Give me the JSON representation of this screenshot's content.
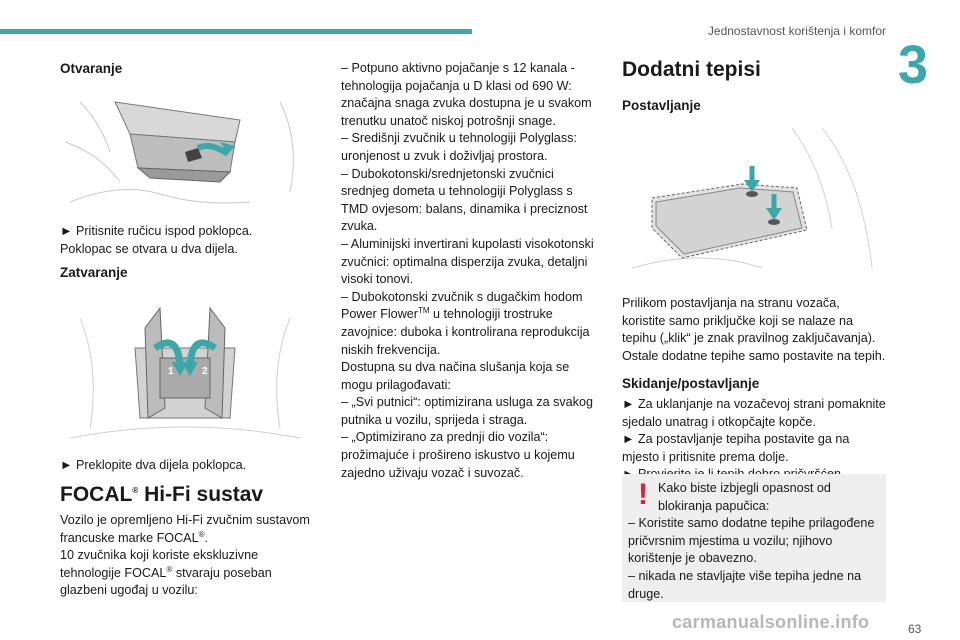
{
  "header": {
    "title": "Jednostavnost korištenja i komfor",
    "chapter": "3",
    "page": "63"
  },
  "watermark": "carmanualsonline.info",
  "left": {
    "h_open": "Otvaranje",
    "open_p1": "► Pritisnite ručicu ispod poklopca.",
    "open_p2": "Poklopac se otvara u dva dijela.",
    "h_close": "Zatvaranje",
    "close_p1": "► Preklopite dva dijela poklopca.",
    "fig2_label1": "1",
    "fig2_label2": "2",
    "h_focal_pre": "FOCAL",
    "h_focal_reg": "®",
    "h_focal_post": " Hi-Fi sustav",
    "focal_p1_pre": "Vozilo je opremljeno Hi-Fi zvučnim sustavom francuske marke FOCAL",
    "focal_p1_reg": "®",
    "focal_p1_post": ".",
    "focal_p2_pre": "10 zvučnika koji koriste ekskluzivne tehnologije FOCAL",
    "focal_p2_reg": "®",
    "focal_p2_post": " stvaraju poseban glazbeni ugođaj u vozilu:"
  },
  "middle": {
    "l1": "– Potpuno aktivno pojačanje s 12 kanala - tehnologija pojačanja u D klasi od 690 W: značajna snaga zvuka dostupna je u svakom trenutku unatoč niskoj potrošnji snage.",
    "l2": "– Središnji zvučnik u tehnologiji Polyglass: uronjenost u zvuk i doživljaj prostora.",
    "l3": "– Dubokotonski/srednjetonski zvučnici srednjeg dometa u tehnologiji Polyglass s TMD ovjesom: balans, dinamika i preciznost zvuka.",
    "l4": "– Aluminijski invertirani kupolasti visokotonski zvučnici: optimalna disperzija zvuka, detaljni visoki tonovi.",
    "l5_pre": "– Dubokotonski zvučnik s dugačkim hodom Power Flower",
    "l5_tm": "TM",
    "l5_post": " u tehnologiji trostruke zavojnice: duboka i kontrolirana reprodukcija niskih frekvencija.",
    "l6": "Dostupna su dva načina slušanja koja se mogu prilagođavati:",
    "l7": "– „Svi putnici“: optimizirana usluga za svakog putnika u vozilu, sprijeda i straga.",
    "l8": "– „Optimizirano za prednji dio vozila“: prožimajuće i prošireno iskustvo u kojemu zajedno uživaju vozač i suvozač."
  },
  "right": {
    "h_mats": "Dodatni tepisi",
    "h_install": "Postavljanje",
    "install_p1": "Prilikom postavljanja na stranu vozača, koristite samo priključke koji se nalaze na tepihu („klik“ je znak pravilnog zaključavanja).",
    "install_p2": "Ostale dodatne tepihe samo postavite na tepih.",
    "h_remove": "Skidanje/postavljanje",
    "remove_p1": "► Za uklanjanje na vozačevoj strani pomaknite sjedalo unatrag i otkopčajte kopče.",
    "remove_p2": "► Za postavljanje tepiha postavite ga na mjesto i pritisnite prema dolje.",
    "remove_p3": "► Provjerite je li tepih dobro pričvršćen.",
    "warn_mark": "!",
    "warn_p1": "Kako biste izbjegli opasnost od blokiranja papučica:",
    "warn_p2": "– Koristite samo dodatne tepihe prilagođene pričvrsnim mjestima u vozilu; njihovo korištenje je obavezno.",
    "warn_p3": "– nikada ne stavljajte više tepiha jedne na druge."
  },
  "colors": {
    "accent": "#3aa8a8",
    "warning": "#e0202a",
    "box": "#eeeeee"
  }
}
